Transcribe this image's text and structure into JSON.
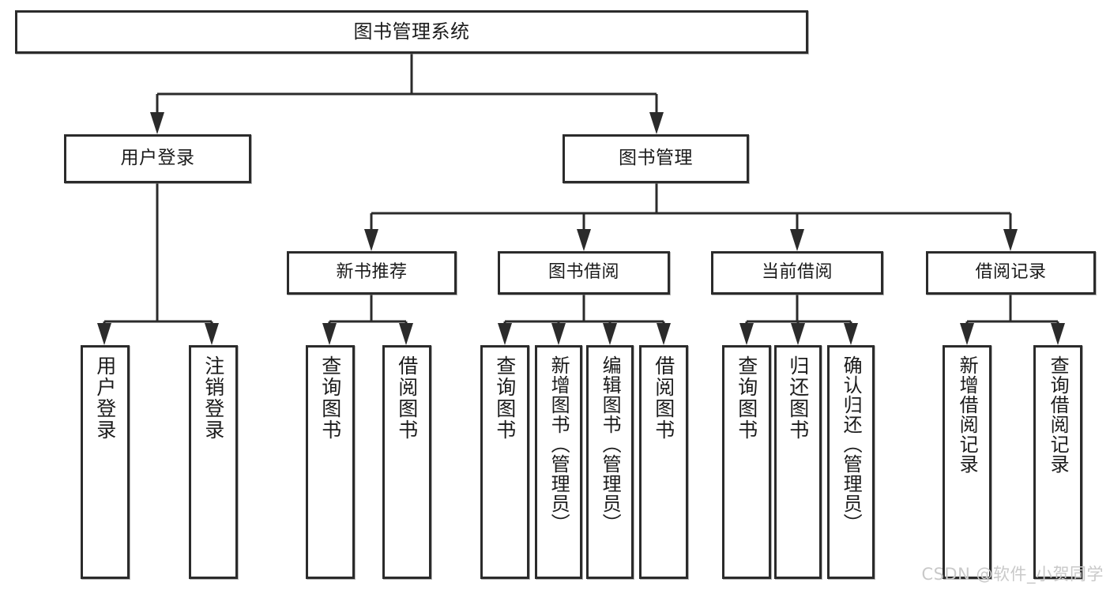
{
  "diagram": {
    "type": "tree",
    "title": "图书管理系统",
    "watermark": "CSDN @软件_小贺同学",
    "colors": {
      "box_border": "#2b2b2b",
      "box_fill": "#ffffff",
      "text": "#1b1b1b",
      "connector": "#2b2b2b",
      "watermark": "#c9c9c9",
      "background": "#ffffff"
    },
    "root": {
      "label": "图书管理系统"
    },
    "level2": [
      {
        "label": "用户登录"
      },
      {
        "label": "图书管理"
      }
    ],
    "level3": [
      {
        "label": "新书推荐"
      },
      {
        "label": "图书借阅"
      },
      {
        "label": "当前借阅"
      },
      {
        "label": "借阅记录"
      }
    ],
    "leaves": [
      {
        "label": "用户登录"
      },
      {
        "label": "注销登录"
      },
      {
        "label": "查询图书"
      },
      {
        "label": "借阅图书"
      },
      {
        "label": "查询图书"
      },
      {
        "label": "新增图书（管理员）"
      },
      {
        "label": "编辑图书（管理员）"
      },
      {
        "label": "借阅图书"
      },
      {
        "label": "查询图书"
      },
      {
        "label": "归还图书"
      },
      {
        "label": "确认归还（管理员）"
      },
      {
        "label": "新增借阅记录"
      },
      {
        "label": "查询借阅记录"
      }
    ],
    "groups": [
      {
        "parent": "用户登录",
        "children": [
          "用户登录",
          "注销登录"
        ]
      },
      {
        "parent": "新书推荐",
        "children": [
          "查询图书",
          "借阅图书"
        ]
      },
      {
        "parent": "图书借阅",
        "children": [
          "查询图书",
          "新增图书（管理员）",
          "编辑图书（管理员）",
          "借阅图书"
        ]
      },
      {
        "parent": "当前借阅",
        "children": [
          "查询图书",
          "归还图书",
          "确认归还（管理员）"
        ]
      },
      {
        "parent": "借阅记录",
        "children": [
          "新增借阅记录",
          "查询借阅记录"
        ]
      }
    ]
  }
}
